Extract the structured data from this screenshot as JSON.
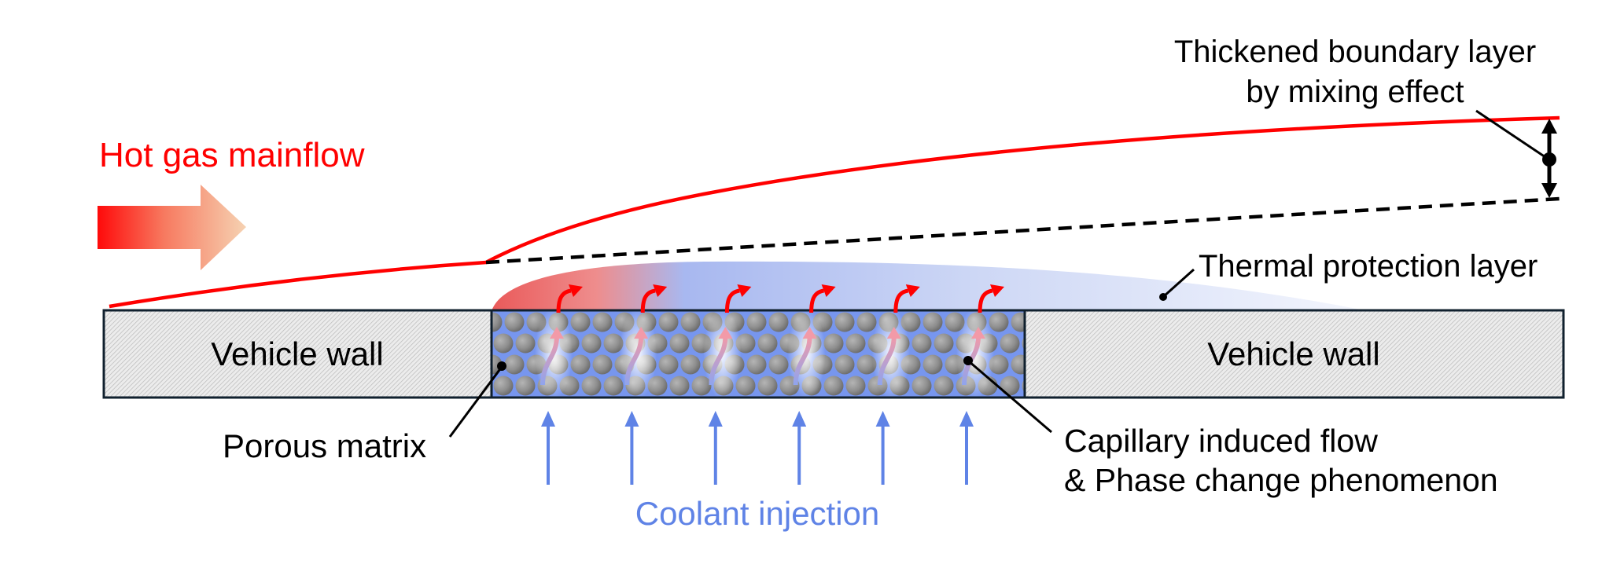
{
  "labels": {
    "hot_gas": "Hot gas mainflow",
    "thickened_line1": "Thickened boundary layer",
    "thickened_line2": "by mixing effect",
    "thermal_protection": "Thermal protection layer",
    "vehicle_wall_left": "Vehicle wall",
    "vehicle_wall_right": "Vehicle wall",
    "porous_matrix": "Porous matrix",
    "capillary_line1": "Capillary induced flow",
    "capillary_line2": "& Phase change phenomenon",
    "coolant": "Coolant injection"
  },
  "colors": {
    "hot": "#ff0000",
    "hot_light": "#f6cfae",
    "coolant": "#5f83e6",
    "matrix_bg": "#7796ee",
    "wall_fill": "#e4e4e4",
    "outline": "#10202e",
    "text": "#000000"
  },
  "coolant_arrow_count": 6,
  "outflow_arrow_count": 6,
  "matrix_rows": 4
}
